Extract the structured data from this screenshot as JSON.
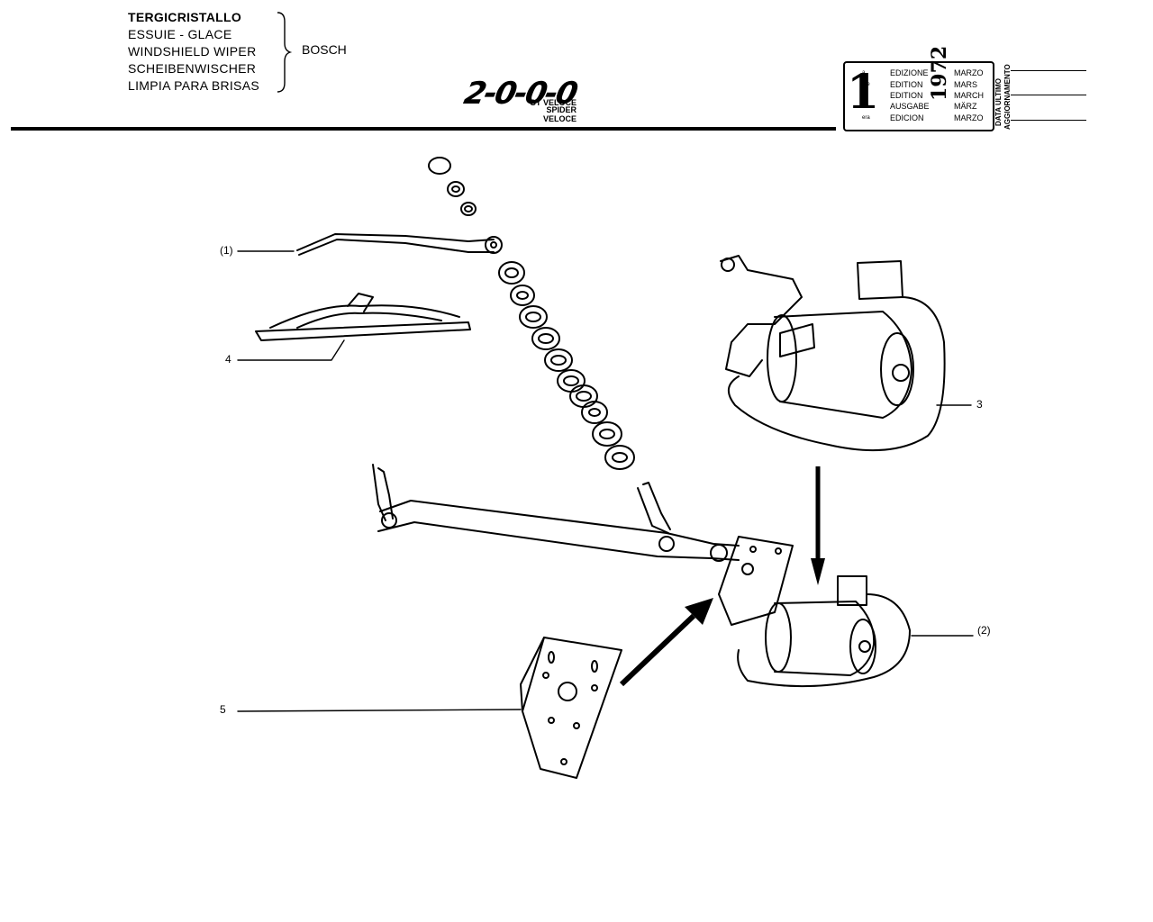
{
  "header": {
    "titles": [
      "TERGICRISTALLO",
      "ESSUIE - GLACE",
      "WINDSHIELD WIPER",
      "SCHEIBENWISCHER",
      "LIMPIA PARA BRISAS"
    ],
    "brand": "BOSCH",
    "logo": "2-0-0-0",
    "models": [
      "GT VELOCE",
      "SPIDER VELOCE"
    ]
  },
  "edition": {
    "number": "1",
    "suffixes": [
      "a",
      "ère",
      "st",
      ".",
      "era"
    ],
    "labels": [
      "EDIZIONE",
      "EDITION",
      "EDITION",
      "AUSGABE",
      "EDICION"
    ],
    "months": [
      "MARZO",
      "MARS",
      "MARCH",
      "MÄRZ",
      "MARZO"
    ],
    "year": "1972",
    "update_label": [
      "DATA ULTIMO",
      "AGGIORNAMENTO"
    ]
  },
  "callouts": {
    "c1": "(1)",
    "c4": "4",
    "c3": "3",
    "c2": "(2)",
    "c5": "5"
  }
}
